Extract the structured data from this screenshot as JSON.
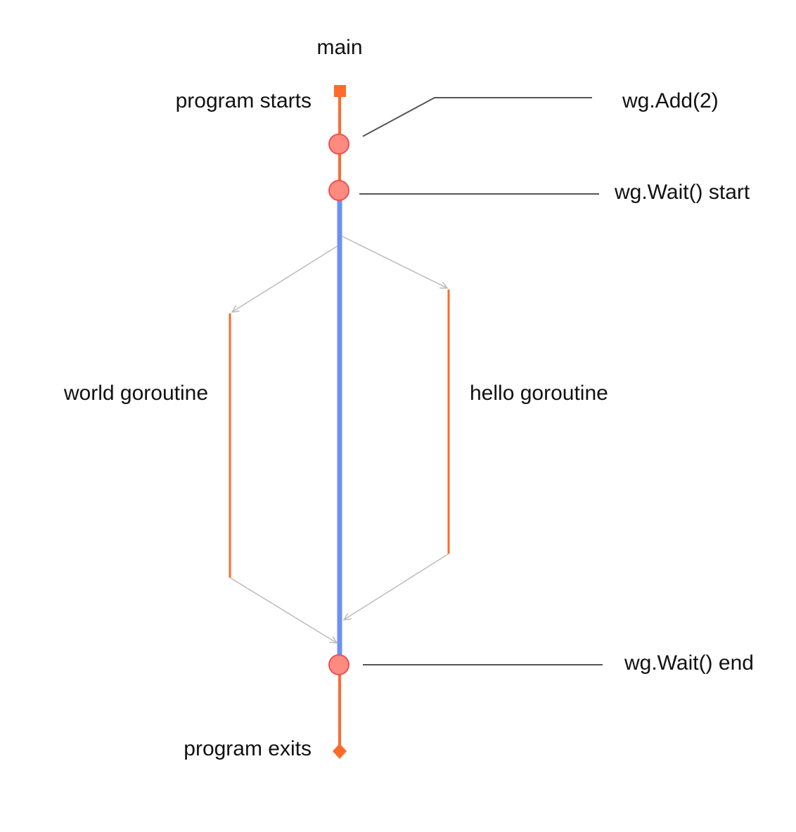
{
  "labels": {
    "main": "main",
    "program_starts": "program starts",
    "wg_add": "wg.Add(2)",
    "wg_wait_start": "wg.Wait() start",
    "world_goroutine": "world goroutine",
    "hello_goroutine": "hello goroutine",
    "wg_wait_end": "wg.Wait() end",
    "program_exits": "program exits"
  },
  "colors": {
    "main_line": "#ff6a2b",
    "wait_line": "#6e8ff5",
    "goroutine_line": "#ff6a2b",
    "event_dot_fill": "#ff8a80",
    "event_dot_stroke": "#f05050",
    "arrow": "#bbbbbb",
    "leader": "#555555"
  }
}
